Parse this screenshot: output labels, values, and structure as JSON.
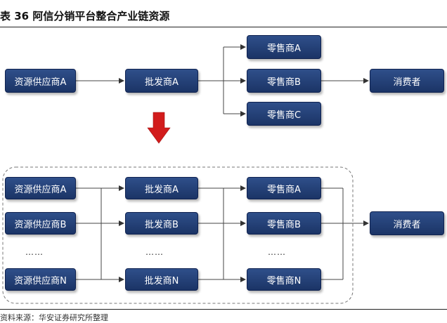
{
  "title": "表 36  阿信分销平台整合产业链资源",
  "source": "资料来源：华安证券研究所整理",
  "colors": {
    "box": "#1f3a70",
    "arrow_down": "#d21c1c",
    "line": "#444444"
  },
  "top_flow": {
    "supplier": "资源供应商A",
    "wholesaler": "批发商A",
    "retailers": [
      "零售商A",
      "零售商B",
      "零售商C"
    ],
    "consumer": "消费者"
  },
  "bottom_flow": {
    "suppliers": [
      "资源供应商A",
      "资源供应商B",
      "资源供应商N"
    ],
    "wholesalers": [
      "批发商A",
      "批发商B",
      "批发商N"
    ],
    "retailers": [
      "零售商A",
      "零售商B",
      "零售商N"
    ],
    "consumer": "消费者",
    "ellipsis": "……"
  }
}
